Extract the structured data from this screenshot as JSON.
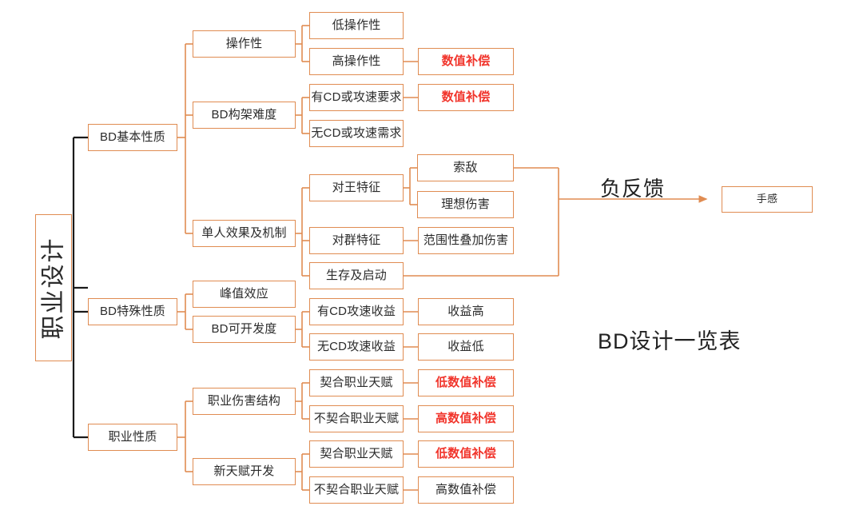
{
  "diagram": {
    "title": "BD设计一览表",
    "edge_label": "负反馈",
    "colors": {
      "box_border": "#E08C52",
      "connector_orange": "#E08C52",
      "connector_trunk": "#1a1a1a",
      "text": "#2b2b2b",
      "highlight_red": "#F1342B",
      "background": "#FFFFFF"
    },
    "root": {
      "label": "职业设计"
    },
    "branches": [
      {
        "label": "BD基本性质",
        "children": [
          {
            "label": "操作性",
            "children": [
              {
                "label": "低操作性",
                "children": []
              },
              {
                "label": "高操作性",
                "children": [
                  {
                    "label": "数值补偿",
                    "red": true
                  }
                ]
              }
            ]
          },
          {
            "label": "BD构架难度",
            "children": [
              {
                "label": "有CD或攻速要求",
                "children": [
                  {
                    "label": "数值补偿",
                    "red": true
                  }
                ]
              },
              {
                "label": "无CD或攻速需求",
                "children": []
              }
            ]
          },
          {
            "label": "单人效果及机制",
            "children": [
              {
                "label": "对王特征",
                "children": [
                  {
                    "label": "索敌",
                    "red": false
                  },
                  {
                    "label": "理想伤害",
                    "red": false
                  }
                ]
              },
              {
                "label": "对群特征",
                "children": [
                  {
                    "label": "范围性叠加伤害",
                    "red": false
                  }
                ]
              },
              {
                "label": "生存及启动",
                "children": []
              }
            ]
          }
        ]
      },
      {
        "label": "BD特殊性质",
        "children": [
          {
            "label": "峰值效应",
            "children": []
          },
          {
            "label": "BD可开发度",
            "children": [
              {
                "label": "有CD攻速收益",
                "children": [
                  {
                    "label": "收益高",
                    "red": false
                  }
                ]
              },
              {
                "label": "无CD攻速收益",
                "children": [
                  {
                    "label": "收益低",
                    "red": false
                  }
                ]
              }
            ]
          }
        ]
      },
      {
        "label": "职业性质",
        "children": [
          {
            "label": "职业伤害结构",
            "children": [
              {
                "label": "契合职业天赋",
                "children": [
                  {
                    "label": "低数值补偿",
                    "red": true
                  }
                ]
              },
              {
                "label": "不契合职业天赋",
                "children": [
                  {
                    "label": "高数值补偿",
                    "red": true
                  }
                ]
              }
            ]
          },
          {
            "label": "新天赋开发",
            "children": [
              {
                "label": "契合职业天赋",
                "children": [
                  {
                    "label": "低数值补偿",
                    "red": true
                  }
                ]
              },
              {
                "label": "不契合职业天赋",
                "children": [
                  {
                    "label": "高数值补偿",
                    "red": false
                  }
                ]
              }
            ]
          }
        ]
      }
    ],
    "feedback_target": {
      "label": "手感"
    },
    "nodes": {
      "root": {
        "label": "职业设计"
      },
      "bd_basic": {
        "label": "BD基本性质"
      },
      "bd_special": {
        "label": "BD特殊性质"
      },
      "job_nature": {
        "label": "职业性质"
      },
      "operability": {
        "label": "操作性"
      },
      "bd_build": {
        "label": "BD构架难度"
      },
      "solo_effect": {
        "label": "单人效果及机制"
      },
      "peak_effect": {
        "label": "峰值效应"
      },
      "bd_dev": {
        "label": "BD可开发度"
      },
      "dmg_struct": {
        "label": "职业伤害结构"
      },
      "new_talent": {
        "label": "新天赋开发"
      },
      "low_op": {
        "label": "低操作性"
      },
      "high_op": {
        "label": "高操作性"
      },
      "cd_req": {
        "label": "有CD或攻速要求"
      },
      "no_cd_req": {
        "label": "无CD或攻速需求"
      },
      "king_trait": {
        "label": "对王特征"
      },
      "group_trait": {
        "label": "对群特征"
      },
      "survive_start": {
        "label": "生存及启动"
      },
      "cd_gain": {
        "label": "有CD攻速收益"
      },
      "no_cd_gain": {
        "label": "无CD攻速收益"
      },
      "fit_talent_1": {
        "label": "契合职业天赋"
      },
      "unfit_talent_1": {
        "label": "不契合职业天赋"
      },
      "fit_talent_2": {
        "label": "契合职业天赋"
      },
      "unfit_talent_2": {
        "label": "不契合职业天赋"
      },
      "comp_1": {
        "label": "数值补偿"
      },
      "comp_2": {
        "label": "数值补偿"
      },
      "aggro": {
        "label": "索敌"
      },
      "ideal_dmg": {
        "label": "理想伤害"
      },
      "aoe_stack_dmg": {
        "label": "范围性叠加伤害"
      },
      "gain_high": {
        "label": "收益高"
      },
      "gain_low": {
        "label": "收益低"
      },
      "low_comp_1": {
        "label": "低数值补偿"
      },
      "high_comp_1": {
        "label": "高数值补偿"
      },
      "low_comp_2": {
        "label": "低数值补偿"
      },
      "high_comp_2": {
        "label": "高数值补偿"
      },
      "feel": {
        "label": "手感"
      }
    }
  }
}
